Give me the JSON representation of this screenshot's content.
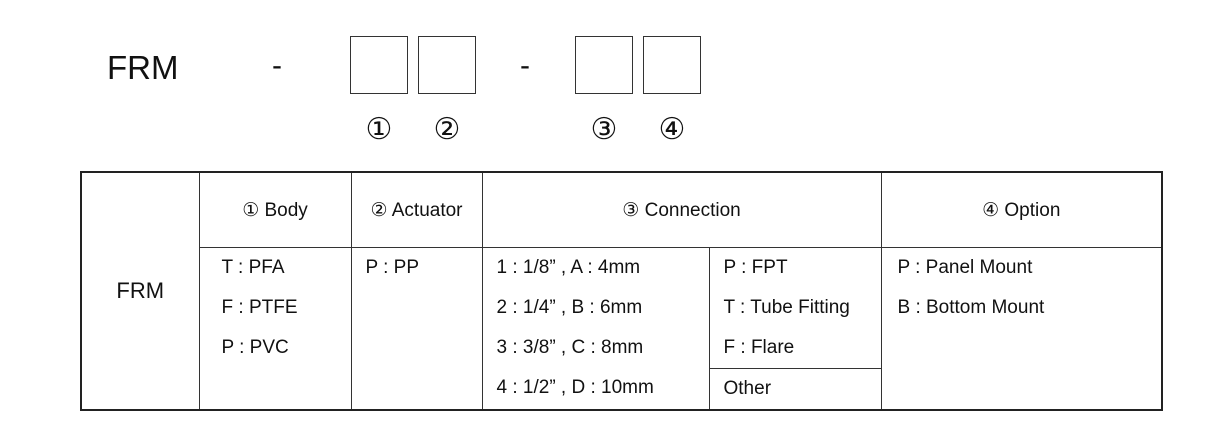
{
  "model": {
    "prefix": "FRM",
    "dash1": "-",
    "dash2": "-",
    "box_numbers": [
      "①",
      "②",
      "③",
      "④"
    ]
  },
  "table": {
    "model_label": "FRM",
    "headers": {
      "body": "① Body",
      "actuator": "② Actuator",
      "connection": "③ Connection",
      "option": "④ Option"
    },
    "body_items": [
      "T : PFA",
      "F : PTFE",
      "P : PVC"
    ],
    "actuator_items": [
      "P : PP"
    ],
    "connection_sizes": [
      "1 : 1/8” , A : 4mm",
      "2 : 1/4” , B : 6mm",
      "3 : 3/8” , C : 8mm",
      "4 : 1/2” , D : 10mm"
    ],
    "connection_types": [
      "P : FPT",
      "T : Tube Fitting",
      "F : Flare"
    ],
    "connection_other": "Other",
    "option_items": [
      "P : Panel Mount",
      "B : Bottom Mount"
    ]
  }
}
